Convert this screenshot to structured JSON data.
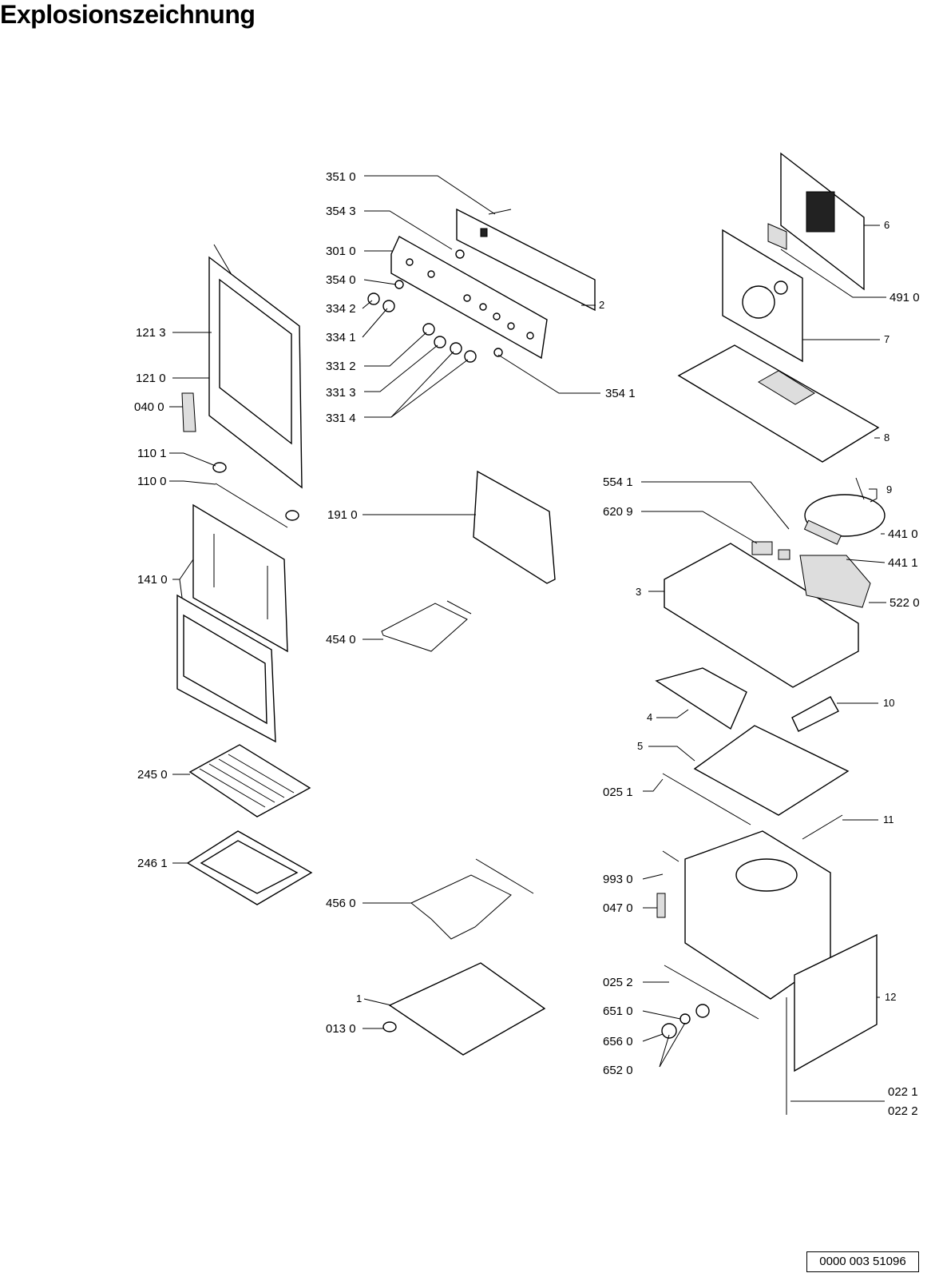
{
  "title": "Explosionszeichnung",
  "document_code": "0000 003 51096",
  "part_labels": {
    "p3510": "351 0",
    "p3543": "354 3",
    "p3010": "301 0",
    "p3540": "354 0",
    "p3342": "334 2",
    "p3341": "334 1",
    "p3312": "331 2",
    "p3313": "331 3",
    "p3314": "331 4",
    "p3541": "354 1",
    "p2": "2",
    "p1213": "121 3",
    "p1210": "121 0",
    "p0400": "040 0",
    "p1101": "110 1",
    "p1100": "110 0",
    "p1410": "141 0",
    "p1910": "191 0",
    "p4540": "454 0",
    "p2450": "245 0",
    "p2461": "246 1",
    "p4560": "456 0",
    "p1": "1",
    "p0130": "013 0",
    "p6": "6",
    "p4910": "491 0",
    "p7": "7",
    "p8": "8",
    "p5541": "554 1",
    "p9": "9",
    "p6209": "620 9",
    "p4410": "441 0",
    "p4411": "441 1",
    "p3": "3",
    "p5220": "522 0",
    "p4": "4",
    "p10": "10",
    "p5": "5",
    "p0251": "025 1",
    "p11": "11",
    "p9930": "993 0",
    "p0470": "047 0",
    "p0252": "025 2",
    "p12": "12",
    "p6510": "651 0",
    "p6560": "656 0",
    "p6520": "652 0",
    "p0221": "022 1",
    "p0222": "022 2"
  }
}
